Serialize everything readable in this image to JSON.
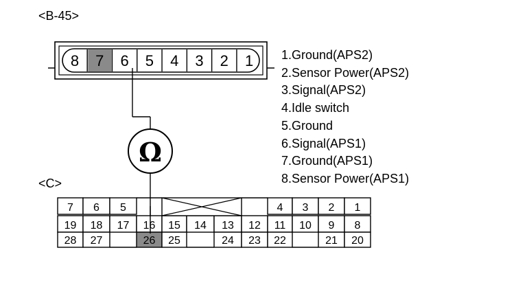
{
  "labels": {
    "connector_b45": "<B-45>",
    "connector_c": "<C>",
    "ohm_symbol": "Ω"
  },
  "b45_pins": [
    "8",
    "7",
    "6",
    "5",
    "4",
    "3",
    "2",
    "1"
  ],
  "b45_highlighted_pin": "7",
  "legend": [
    "1.Ground(APS2)",
    "2.Sensor Power(APS2)",
    "3.Signal(APS2)",
    "4.Idle switch",
    "5.Ground",
    "6.Signal(APS1)",
    "7.Ground(APS1)",
    "8.Sensor Power(APS1)"
  ],
  "c_rows": [
    [
      "7",
      "6",
      "5",
      "",
      "",
      "",
      "",
      "",
      "",
      "4",
      "3",
      "2",
      "1"
    ],
    [
      "19",
      "18",
      "17",
      "16",
      "15",
      "14",
      "13",
      "12",
      "11",
      "10",
      "9",
      "8"
    ],
    [
      "28",
      "27",
      "",
      "26",
      "25",
      "",
      "24",
      "23",
      "22",
      "",
      "21",
      "20"
    ]
  ],
  "c_highlighted_pin": "26",
  "colors": {
    "highlight": "#8a8a8a",
    "line": "#000000"
  }
}
